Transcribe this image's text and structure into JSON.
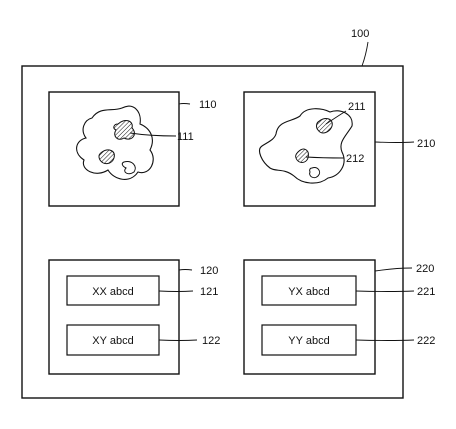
{
  "figure": {
    "refs": {
      "device": "100",
      "panel_top_left": "110",
      "region_top_left": "111",
      "panel_top_right": "210",
      "region_top_right_a": "211",
      "region_top_right_b": "212",
      "panel_bottom_left": "120",
      "item_bottom_left_1": "121",
      "item_bottom_left_2": "122",
      "panel_bottom_right": "220",
      "item_bottom_right_1": "221",
      "item_bottom_right_2": "222"
    },
    "labels": {
      "item_bottom_left_1": "XX abcd",
      "item_bottom_left_2": "XY abcd",
      "item_bottom_right_1": "YX abcd",
      "item_bottom_right_2": "YY abcd"
    }
  }
}
